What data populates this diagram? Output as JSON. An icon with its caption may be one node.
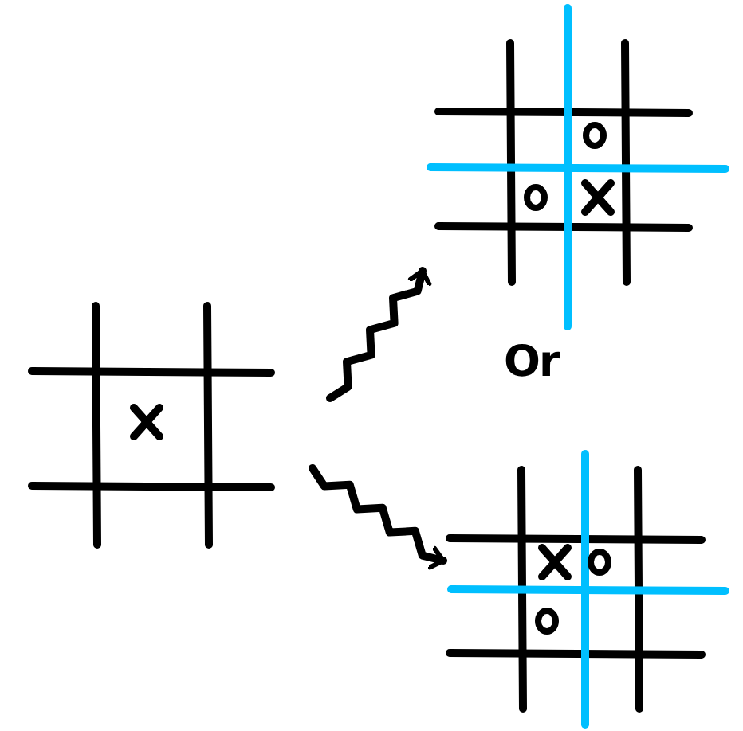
{
  "diagram": {
    "nodes": [
      {
        "text": [],
        "shape": "picture"
      },
      {
        "text": [],
        "shape": "picture"
      },
      {
        "text": [],
        "shape": "picture"
      }
    ],
    "edges": [
      {
        "from": 0,
        "to": 1,
        "arrow": "to"
      },
      {
        "from": 0,
        "to": 2,
        "arrow": "to"
      }
    ],
    "labels": [
      "Or"
    ]
  }
}
